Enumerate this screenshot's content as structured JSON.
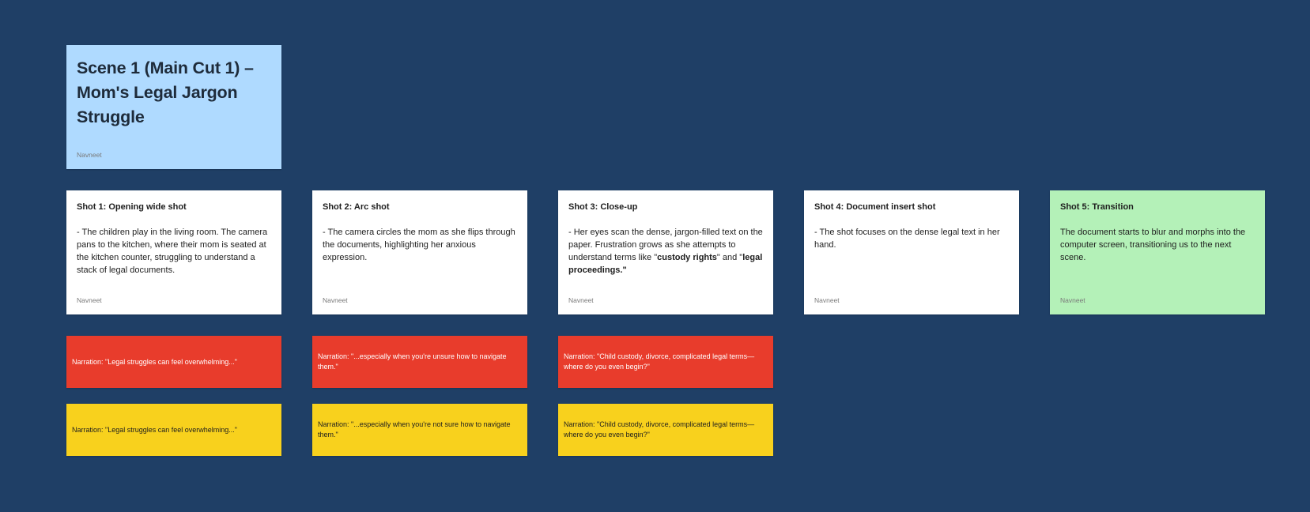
{
  "colors": {
    "background": "#1f3f66",
    "title_note": "#afdaff",
    "shot_note": "#ffffff",
    "transition_note": "#b4f1b8",
    "narration_red": "#e83c2c",
    "narration_yellow": "#f8d11d"
  },
  "title_note": {
    "title": "Scene 1 (Main Cut 1) – Mom's Legal Jargon Struggle",
    "author": "Navneet"
  },
  "shots": [
    {
      "title": "Shot 1: Opening wide shot",
      "body": "- The children play in the living room. The camera pans to the kitchen, where their mom is seated at the kitchen counter, struggling to understand a stack of legal documents.",
      "author": "Navneet"
    },
    {
      "title": "Shot 2: Arc shot",
      "body": "- The camera circles the mom as she flips through the documents, highlighting her anxious expression.",
      "author": "Navneet"
    },
    {
      "title": "Shot 3: Close-up",
      "body_before": "- Her eyes scan the dense, jargon-filled text on the paper. Frustration grows as she attempts to understand terms like \"",
      "body_bold_1": "custody rights",
      "body_middle": "\" and \"",
      "body_bold_2": "legal proceedings.",
      "body_after": "\"",
      "author": "Navneet"
    },
    {
      "title": "Shot 4: Document insert shot",
      "body": "- The shot focuses on the dense legal text in her hand.",
      "author": "Navneet"
    },
    {
      "title": "Shot 5: Transition",
      "body": "The document starts to blur and morphs into the computer screen, transitioning us to the next scene.",
      "author": "Navneet"
    }
  ],
  "narration_red": [
    "Narration: \"Legal struggles can feel overwhelming...\"",
    "Narration: \"...especially when you're unsure how to navigate them.\"",
    "Narration: \"Child custody, divorce, complicated legal terms—where do you even begin?\""
  ],
  "narration_yellow": [
    "Narration: \"Legal struggles can feel overwhelming...\"",
    "Narration: \"...especially when you're not sure how to navigate them.\"",
    "Narration: \"Child custody, divorce, complicated legal terms—where do you even begin?\""
  ]
}
